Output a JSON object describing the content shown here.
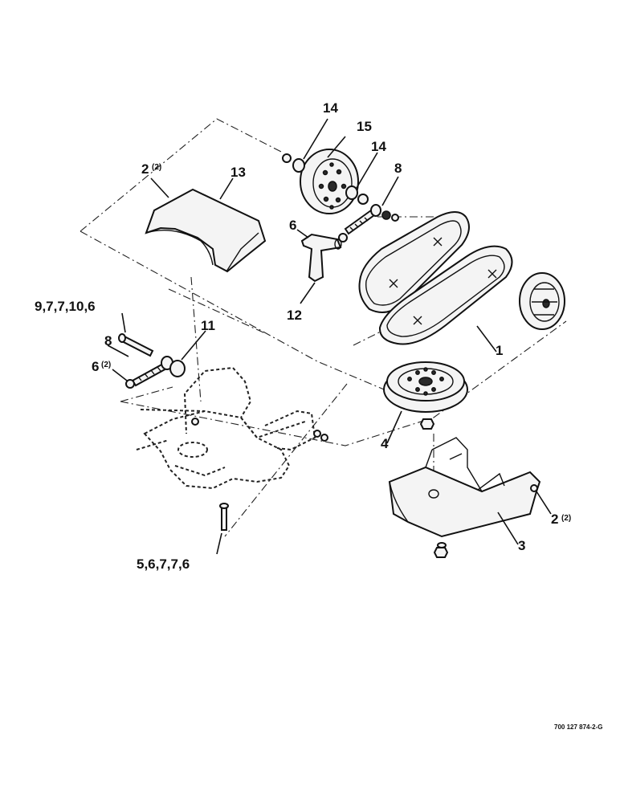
{
  "callouts": {
    "c14_top": "14",
    "c15": "15",
    "c14_mid": "14",
    "c8_right": "8",
    "c2_top": "2",
    "c2_top_qty": "(2)",
    "c13": "13",
    "c6_mid": "6",
    "c12": "12",
    "c9_7_7_10_6": "9,7,7,10,6",
    "c11": "11",
    "c8_left": "8",
    "c6_left": "6",
    "c6_left_qty": "(2)",
    "c1": "1",
    "c4": "4",
    "c2_bottom": "2",
    "c2_bottom_qty": "(2)",
    "c3": "3",
    "c5_6_7_7_6": "5,6,7,7,6"
  },
  "document_number": "700 127 874-2-G"
}
